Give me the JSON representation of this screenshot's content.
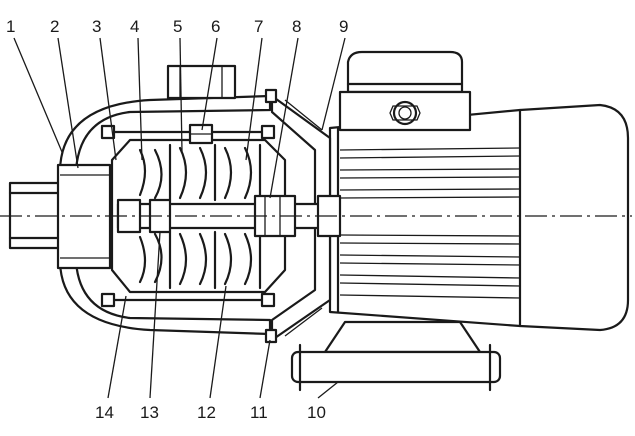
{
  "labels": {
    "top": [
      "1",
      "2",
      "3",
      "4",
      "5",
      "6",
      "7",
      "8",
      "9"
    ],
    "bottom": [
      "14",
      "13",
      "12",
      "11",
      "10"
    ]
  },
  "icons": [
    "pump-casing",
    "motor",
    "terminal-box",
    "impeller",
    "shaft",
    "mounting-foot"
  ]
}
